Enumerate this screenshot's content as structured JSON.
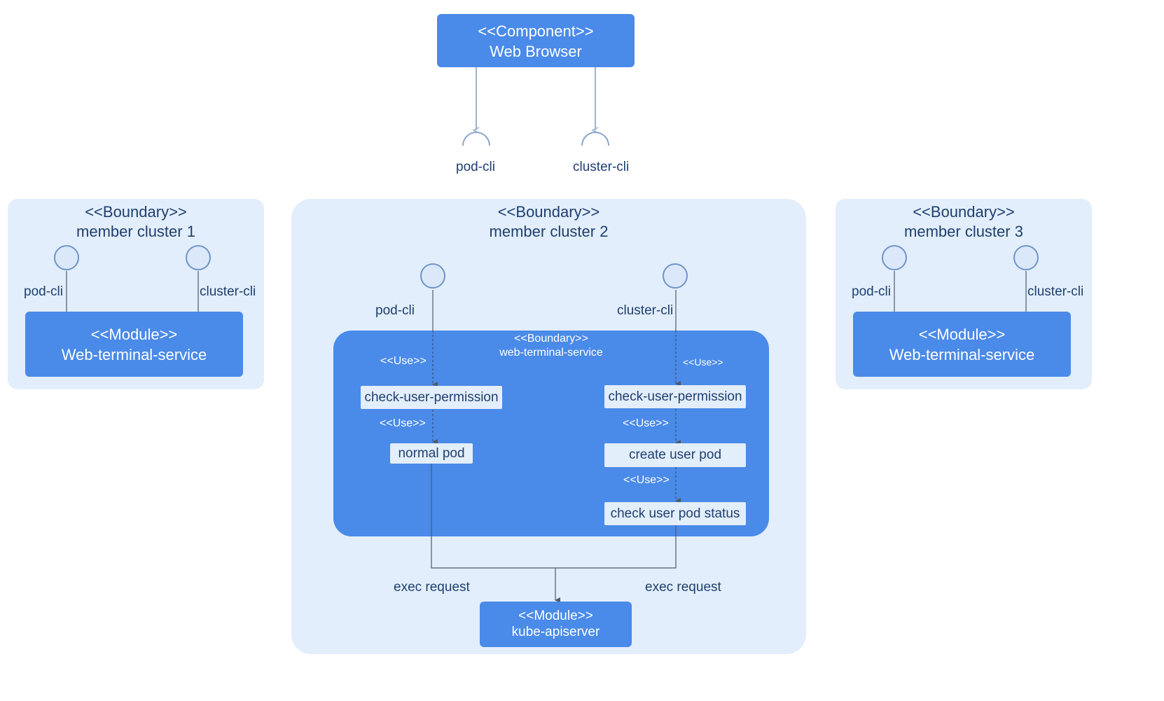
{
  "web_browser": {
    "stereotype": "<<Component>>",
    "name": "Web Browser"
  },
  "top_interfaces": {
    "pod_cli": "pod-cli",
    "cluster_cli": "cluster-cli"
  },
  "cluster1": {
    "stereotype": "<<Boundary>>",
    "name": "member cluster 1",
    "pod_cli": "pod-cli",
    "cluster_cli": "cluster-cli",
    "module": {
      "stereotype": "<<Module>>",
      "name": "Web-terminal-service"
    }
  },
  "cluster2": {
    "stereotype": "<<Boundary>>",
    "name": "member cluster 2",
    "pod_cli": "pod-cli",
    "cluster_cli": "cluster-cli",
    "inner": {
      "stereotype": "<<Boundary>>",
      "name": "web-terminal-service",
      "use1": "<<Use>>",
      "use2": "<<Use>>",
      "use3": "<<Use>>",
      "use4": "<<Use>>",
      "use5": "<<Use>>",
      "left_check": "check-user-permission",
      "normal_pod": "normal pod",
      "right_check": "check-user-permission",
      "create_pod": "create user pod",
      "check_status": "check user pod status"
    },
    "exec_left": "exec request",
    "exec_right": "exec request",
    "apiserver": {
      "stereotype": "<<Module>>",
      "name": "kube-apiserver"
    }
  },
  "cluster3": {
    "stereotype": "<<Boundary>>",
    "name": "member cluster 3",
    "pod_cli": "pod-cli",
    "cluster_cli": "cluster-cli",
    "module": {
      "stereotype": "<<Module>>",
      "name": "Web-terminal-service"
    }
  },
  "colors": {
    "module": "#4a8ae8",
    "boundary": "#e2eefb",
    "text": "#1f3f6e",
    "line": "#9fb3cf"
  }
}
